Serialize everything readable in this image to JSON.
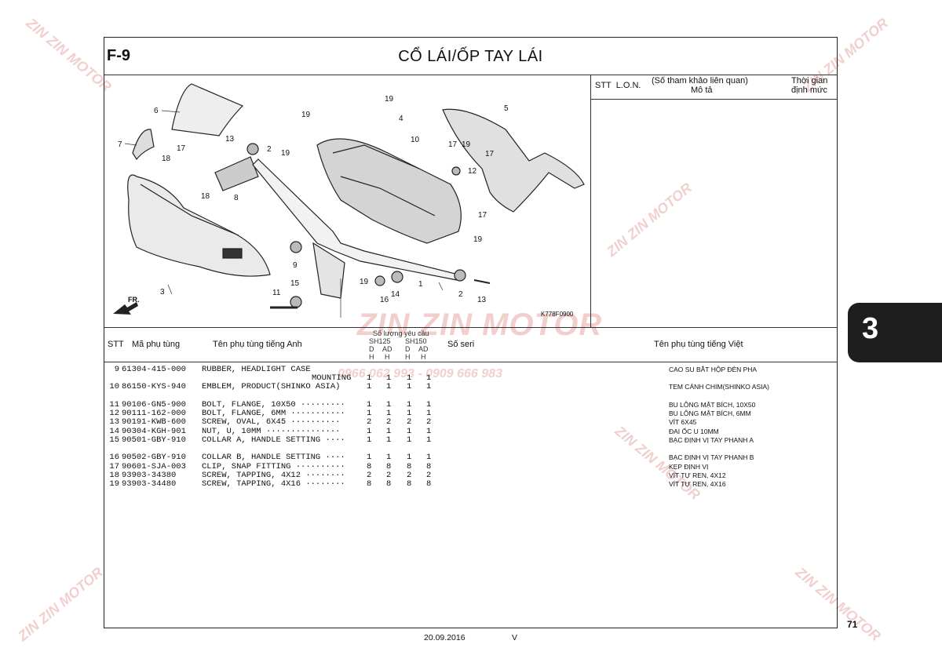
{
  "page": {
    "code": "F-9",
    "title": "CỔ LÁI/ỐP TAY LÁI",
    "footer_date": "20.09.2016",
    "footer_version": "V",
    "page_number": "71",
    "section_tab": "3"
  },
  "ref_header": {
    "col1": "STT  L.O.N.",
    "col2_line1": "(Số tham khảo liên quan)",
    "col2_line2": "Mô tả",
    "col3_line1": "Thời gian",
    "col3_line2": "định mức"
  },
  "diagram": {
    "code": "K778F0900",
    "direction_label": "FR.",
    "callouts": [
      "1",
      "2",
      "3",
      "4",
      "5",
      "6",
      "7",
      "8",
      "9",
      "10",
      "11",
      "12",
      "13",
      "14",
      "15",
      "16",
      "17",
      "18",
      "19"
    ]
  },
  "table_header": {
    "stt": "STT",
    "part_no": "Mã phụ tùng",
    "name_en": "Tên phụ tùng tiếng Anh",
    "qty_label": "Số lượng yêu cầu",
    "model1": "SH125",
    "model2": "SH150",
    "sub": [
      "D",
      "AD",
      "D",
      "AD"
    ],
    "sub2": [
      "H",
      "H",
      "H",
      "H"
    ],
    "serial": "Số seri",
    "name_vi": "Tên phụ tùng tiếng Việt"
  },
  "parts": [
    {
      "stt": "9",
      "part_no": "61304-415-000",
      "name_en": "RUBBER, HEADLIGHT CASE",
      "name_en2": "MOUNTING",
      "qty": [
        "1",
        "1",
        "1",
        "1"
      ],
      "name_vi": "CAO SU BẮT HỘP ĐÈN PHA"
    },
    {
      "stt": "10",
      "part_no": "86150-KYS-940",
      "name_en": "EMBLEM, PRODUCT(SHINKO ASIA)",
      "qty": [
        "1",
        "1",
        "1",
        "1"
      ],
      "name_vi": "TEM CÁNH CHIM(SHINKO ASIA)"
    },
    {
      "stt": "11",
      "part_no": "90106-GN5-900",
      "name_en": "BOLT, FLANGE, 10X50 ·········",
      "qty": [
        "1",
        "1",
        "1",
        "1"
      ],
      "name_vi": "BU LÔNG MẶT BÍCH, 10X50"
    },
    {
      "stt": "12",
      "part_no": "90111-162-000",
      "name_en": "BOLT, FLANGE, 6MM ···········",
      "qty": [
        "1",
        "1",
        "1",
        "1"
      ],
      "name_vi": "BU LÔNG MẶT BÍCH, 6MM"
    },
    {
      "stt": "13",
      "part_no": "90191-KWB-600",
      "name_en": "SCREW, OVAL, 6X45 ··········",
      "qty": [
        "2",
        "2",
        "2",
        "2"
      ],
      "name_vi": "VÍT 6X45"
    },
    {
      "stt": "14",
      "part_no": "90304-KGH-901",
      "name_en": "NUT, U, 10MM ···············",
      "qty": [
        "1",
        "1",
        "1",
        "1"
      ],
      "name_vi": "ĐAI ỐC U 10MM"
    },
    {
      "stt": "15",
      "part_no": "90501-GBY-910",
      "name_en": "COLLAR A, HANDLE SETTING ····",
      "qty": [
        "1",
        "1",
        "1",
        "1"
      ],
      "name_vi": "BẠC ĐỊNH VỊ TAY PHANH A"
    },
    {
      "stt": "16",
      "part_no": "90502-GBY-910",
      "name_en": "COLLAR B, HANDLE SETTING ····",
      "qty": [
        "1",
        "1",
        "1",
        "1"
      ],
      "name_vi": "BẠC ĐỊNH VỊ TAY PHANH B"
    },
    {
      "stt": "17",
      "part_no": "90601-SJA-003",
      "name_en": "CLIP, SNAP FITTING ··········",
      "qty": [
        "8",
        "8",
        "8",
        "8"
      ],
      "name_vi": "KẸP ĐỊNH VỊ"
    },
    {
      "stt": "18",
      "part_no": "93903-34380",
      "name_en": "SCREW, TAPPING, 4X12 ········",
      "qty": [
        "2",
        "2",
        "2",
        "2"
      ],
      "name_vi": "VÍT TỰ REN, 4X12"
    },
    {
      "stt": "19",
      "part_no": "93903-34480",
      "name_en": "SCREW, TAPPING, 4X16 ········",
      "qty": [
        "8",
        "8",
        "8",
        "8"
      ],
      "name_vi": "VÍT TỰ REN, 4X16"
    }
  ],
  "watermark": {
    "brand": "ZIN ZIN MOTOR",
    "phone": "0966 062 993 - 0909 666 983"
  }
}
